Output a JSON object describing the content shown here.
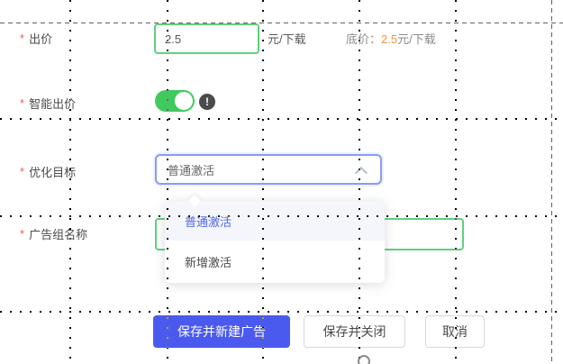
{
  "colors": {
    "input_focus_green": "#5ed17d",
    "select_focus_blue": "#8b9bf3",
    "primary_button_blue": "#4b5aee",
    "floor_price_orange": "#f2953f",
    "toggle_on_green": "#3fca5e",
    "selected_option_blue": "#5166ed",
    "required_asterisk_red": "#f05b5b"
  },
  "icons": {
    "warning_glyph": "!",
    "chevron": "chevron-up-icon"
  },
  "form": {
    "required_mark": "*",
    "bid": {
      "label": "出价",
      "value": "2.5",
      "unit": "元/下载",
      "floor_label": "底价：",
      "floor_value": "2.5",
      "floor_unit": "元/下载"
    },
    "smart_bid": {
      "label": "智能出价",
      "state": "on"
    },
    "optimize_goal": {
      "label": "优化目标",
      "selected": "普通激活"
    },
    "group_name": {
      "label": "广告组名称",
      "value": ""
    }
  },
  "dropdown": {
    "selected_index": 0,
    "options": [
      {
        "label": "普通激活"
      },
      {
        "label": "新增激活"
      }
    ]
  },
  "actions": {
    "save_new": "保存并新建广告",
    "save_close": "保存并关闭",
    "cancel": "取消"
  }
}
